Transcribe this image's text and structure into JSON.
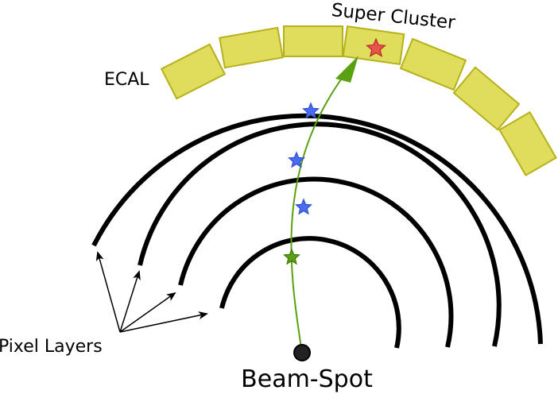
{
  "labels": {
    "super_cluster": "Super Cluster",
    "ecal": "ECAL",
    "pixel_layers": "Pixel Layers",
    "beam_spot": "Beam-Spot"
  },
  "colors": {
    "ecal_fill": "#e0dd5c",
    "ecal_stroke": "#b5b11c",
    "track": "#5aa012",
    "hit_blue": "#4a6cf0",
    "hit_green": "#5aa012",
    "cluster_star": "#e8534e",
    "layer": "#000000"
  },
  "icons": {
    "pixel_hit": "star-icon",
    "cluster_hit": "star-icon",
    "beam_spot": "dot-icon"
  }
}
